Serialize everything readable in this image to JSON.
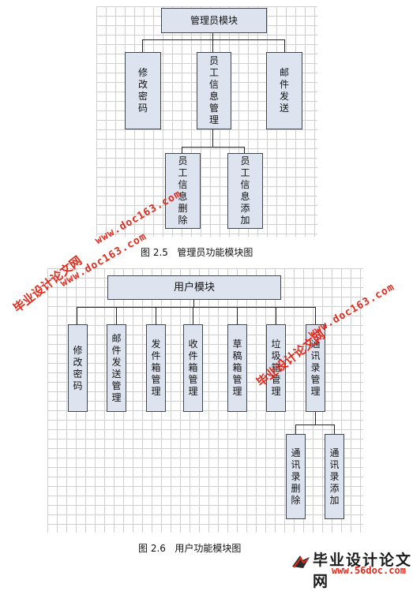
{
  "diagram1": {
    "root": "管理员模块",
    "level1": [
      "修改密码",
      "员工信息管理",
      "邮件发送"
    ],
    "level2": [
      "员工信息删除",
      "员工信息添加"
    ],
    "caption": "图 2.5   管理员功能模块图"
  },
  "diagram2": {
    "root": "用户模块",
    "level1": [
      "修改密码",
      "邮件发送管理",
      "发件箱管理",
      "收件箱管理",
      "草稿箱管理",
      "垃圾箱管理",
      "通讯录管理"
    ],
    "level2": [
      "通讯录删除",
      "通讯录添加"
    ],
    "caption": "图 2.6   用户功能模块图"
  },
  "watermarks": {
    "site_name": "毕业设计论文网",
    "site_url": "www.doc163.com"
  },
  "logo": {
    "name": "毕业设计论文网",
    "url": "www.56doc.com"
  }
}
